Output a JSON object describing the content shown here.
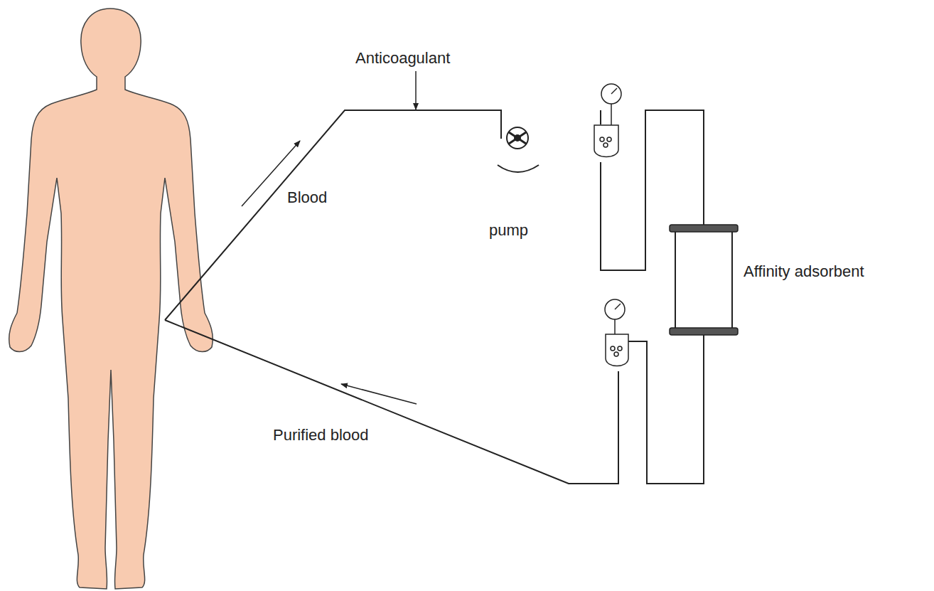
{
  "diagram": {
    "labels": [
      "Anticoagulant",
      "Blood",
      "pump",
      "Affinity adsorbent",
      "Purified blood"
    ]
  }
}
